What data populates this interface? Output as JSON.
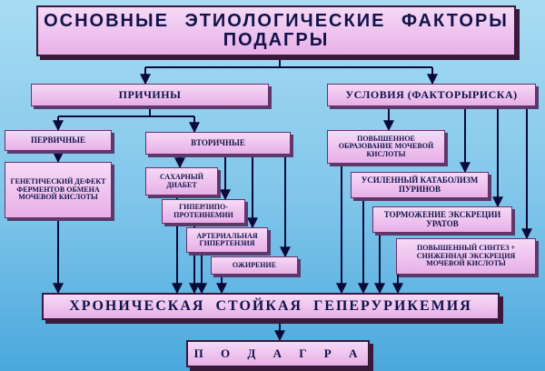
{
  "title": {
    "line1": "ОСНОВНЫЕ   ЭТИОЛОГИЧЕСКИЕ   ФАКТОРЫ",
    "line2": "ПОДАГРЫ"
  },
  "causes": {
    "label": "ПРИЧИНЫ"
  },
  "conditions": {
    "label": "УСЛОВИЯ  (ФАКТОРЫРИСКА)"
  },
  "primary": {
    "label": "ПЕРВИЧНЫЕ",
    "items": [
      "ГЕНЕТИЧЕСКИЙ ДЕФЕКТ ФЕРМЕНТОВ ОБМЕНА МОЧЕВОЙ КИСЛОТЫ"
    ]
  },
  "secondary": {
    "label": "ВТОРИЧНЫЕ",
    "items": [
      "САХАРНЫЙ ДИАБЕТ",
      "ГИПЕРЛИПО-ПРОТЕИНЕМИИ",
      "АРТЕРИАЛЬНАЯ ГИПЕРТЕНЗИЯ",
      "ОЖИРЕНИЕ"
    ]
  },
  "risk_factors": [
    "ПОВЫШЕННОЕ ОБРАЗОВАНИЕ МОЧЕВОЙ КИСЛОТЫ",
    "УСИЛЕННЫЙ КАТАБОЛИЗМ ПУРИНОВ",
    "ТОРМОЖЕНИЕ ЭКСКРЕЦИИ УРАТОВ",
    "ПОВЫШЕННЫЙ СИНТЕЗ + СНИЖЕННАЯ ЭКСКРЕЦИЯ МОЧЕВОЙ КИСЛОТЫ"
  ],
  "hyperuricemia": {
    "label": "ХРОНИЧЕСКАЯ  СТОЙКАЯ  ГЕПЕРУРИКЕМИЯ"
  },
  "result": {
    "label": "П О Д А Г Р А"
  },
  "colors": {
    "box_top": "#f6d9f6",
    "box_bottom": "#e7b0e7",
    "text": "#12124a",
    "arrow": "#0a0a3a"
  }
}
